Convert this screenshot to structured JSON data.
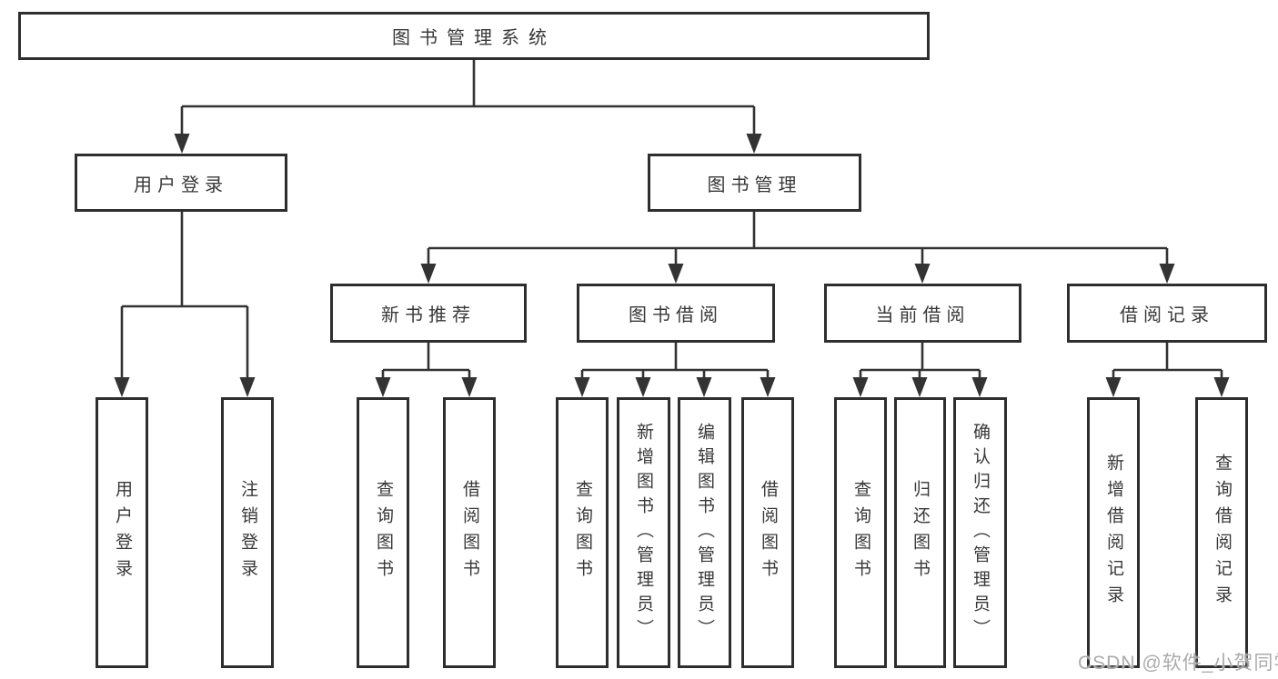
{
  "tree": {
    "root": {
      "label": "图书管理系统"
    },
    "branches": [
      {
        "label": "用户登录",
        "leaves": [
          {
            "label": "用户登录"
          },
          {
            "label": "注销登录"
          }
        ]
      },
      {
        "label": "图书管理",
        "groups": [
          {
            "label": "新书推荐",
            "leaves": [
              {
                "label": "查询图书"
              },
              {
                "label": "借阅图书"
              }
            ]
          },
          {
            "label": "图书借阅",
            "leaves": [
              {
                "label": "查询图书"
              },
              {
                "label": "新增图书（管理员）"
              },
              {
                "label": "编辑图书（管理员）"
              },
              {
                "label": "借阅图书"
              }
            ]
          },
          {
            "label": "当前借阅",
            "leaves": [
              {
                "label": "查询图书"
              },
              {
                "label": "归还图书"
              },
              {
                "label": "确认归还（管理员）"
              }
            ]
          },
          {
            "label": "借阅记录",
            "leaves": [
              {
                "label": "新增借阅记录"
              },
              {
                "label": "查询借阅记录"
              }
            ]
          }
        ]
      }
    ]
  },
  "watermark": {
    "text": "CSDN @软件_小贺同学"
  },
  "colors": {
    "line": "#333333",
    "box_border": "#2e2e2e",
    "box_background": "#ffffff",
    "text": "#383838",
    "watermark_text": "#ababab"
  }
}
